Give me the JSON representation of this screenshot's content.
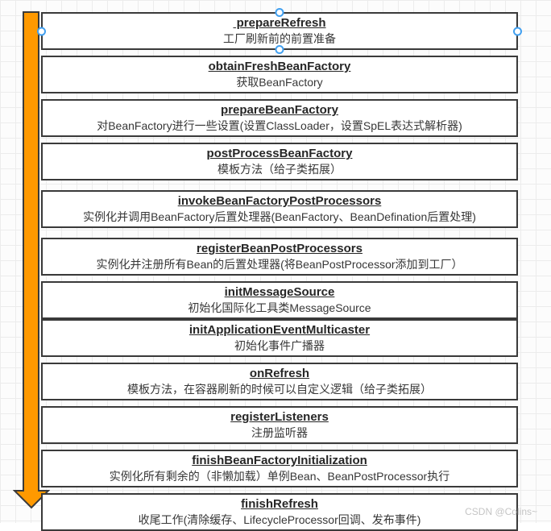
{
  "diagram": {
    "description_of_flow": "Spring ApplicationContext refresh() lifecycle steps",
    "arrow": {
      "fill": "#FF9900",
      "stroke": "#3a3a3a",
      "direction": "down"
    },
    "selection": {
      "handle_color": "#42a0f0"
    },
    "box": {
      "border_color": "#3a3a3a",
      "fill": "#ffffff"
    }
  },
  "watermark": "CSDN @Colins~",
  "steps": [
    {
      "title": " prepareRefresh",
      "desc": "工厂刷新前的前置准备",
      "selected": true
    },
    {
      "title": "obtainFreshBeanFactory",
      "desc": "获取BeanFactory",
      "selected": false
    },
    {
      "title": "prepareBeanFactory",
      "desc": "对BeanFactory进行一些设置(设置ClassLoader，设置SpEL表达式解析器)",
      "selected": false
    },
    {
      "title": "postProcessBeanFactory",
      "desc": "模板方法（给子类拓展）",
      "selected": false
    },
    {
      "title": "invokeBeanFactoryPostProcessors",
      "desc": "实例化并调用BeanFactory后置处理器(BeanFactory、BeanDefination后置处理)",
      "selected": false
    },
    {
      "title": "registerBeanPostProcessors",
      "desc": "实例化并注册所有Bean的后置处理器(将BeanPostProcessor添加到工厂）",
      "selected": false
    },
    {
      "title": "initMessageSource",
      "desc": "初始化国际化工具类MessageSource",
      "selected": false
    },
    {
      "title": "initApplicationEventMulticaster",
      "desc": "初始化事件广播器",
      "selected": false
    },
    {
      "title": "onRefresh",
      "desc": "模板方法，在容器刷新的时候可以自定义逻辑（给子类拓展）",
      "selected": false
    },
    {
      "title": "registerListeners",
      "desc": "注册监听器",
      "selected": false
    },
    {
      "title": "finishBeanFactoryInitialization",
      "desc": "实例化所有剩余的（非懒加载）单例Bean、BeanPostProcessor执行",
      "selected": false
    },
    {
      "title": "finishRefresh",
      "desc": "收尾工作(清除缓存、LifecycleProcessor回调、发布事件)",
      "selected": false
    }
  ]
}
